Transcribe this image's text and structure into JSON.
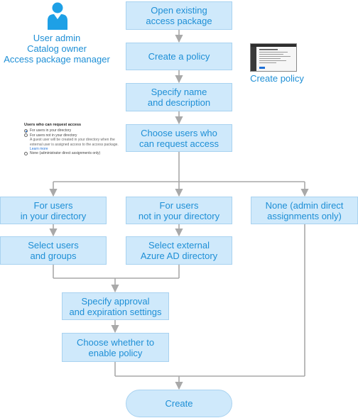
{
  "roles": {
    "line1": "User admin",
    "line2": "Catalog owner",
    "line3": "Access package manager"
  },
  "steps": {
    "open": [
      "Open existing",
      "access package"
    ],
    "create": [
      "Create a policy"
    ],
    "specify": [
      "Specify name",
      "and description"
    ],
    "choose": [
      "Choose users who",
      "can request access"
    ],
    "in_dir": [
      "For users",
      "in your directory"
    ],
    "not_in_dir": [
      "For users",
      "not in your directory"
    ],
    "none": [
      "None (admin direct",
      "assignments only)"
    ],
    "select_ug": [
      "Select users",
      "and groups"
    ],
    "select_ext": [
      "Select external",
      "Azure AD directory"
    ],
    "approval": [
      "Specify approval",
      "and expiration settings"
    ],
    "enable": [
      "Choose whether to",
      "enable policy"
    ],
    "final": [
      "Create"
    ]
  },
  "side_caption": "Create policy",
  "panel": {
    "title": "Users who can request access",
    "option1": "For users in your directory",
    "option2": "For users not in your directory",
    "note": "A guest user will be created in your directory when the external user is assigned access to the access package.",
    "learn_more": "Learn more",
    "option3": "None (administrator direct assignments only)",
    "selected": "option1"
  },
  "colors": {
    "box_fill": "#cfe9fb",
    "box_border": "#a8d2f0",
    "text": "#1e8fd6",
    "connector": "#a9a9a9"
  },
  "icons": [
    "user-icon",
    "screenshot-thumbnail",
    "radio-icon",
    "arrow-down-icon"
  ]
}
